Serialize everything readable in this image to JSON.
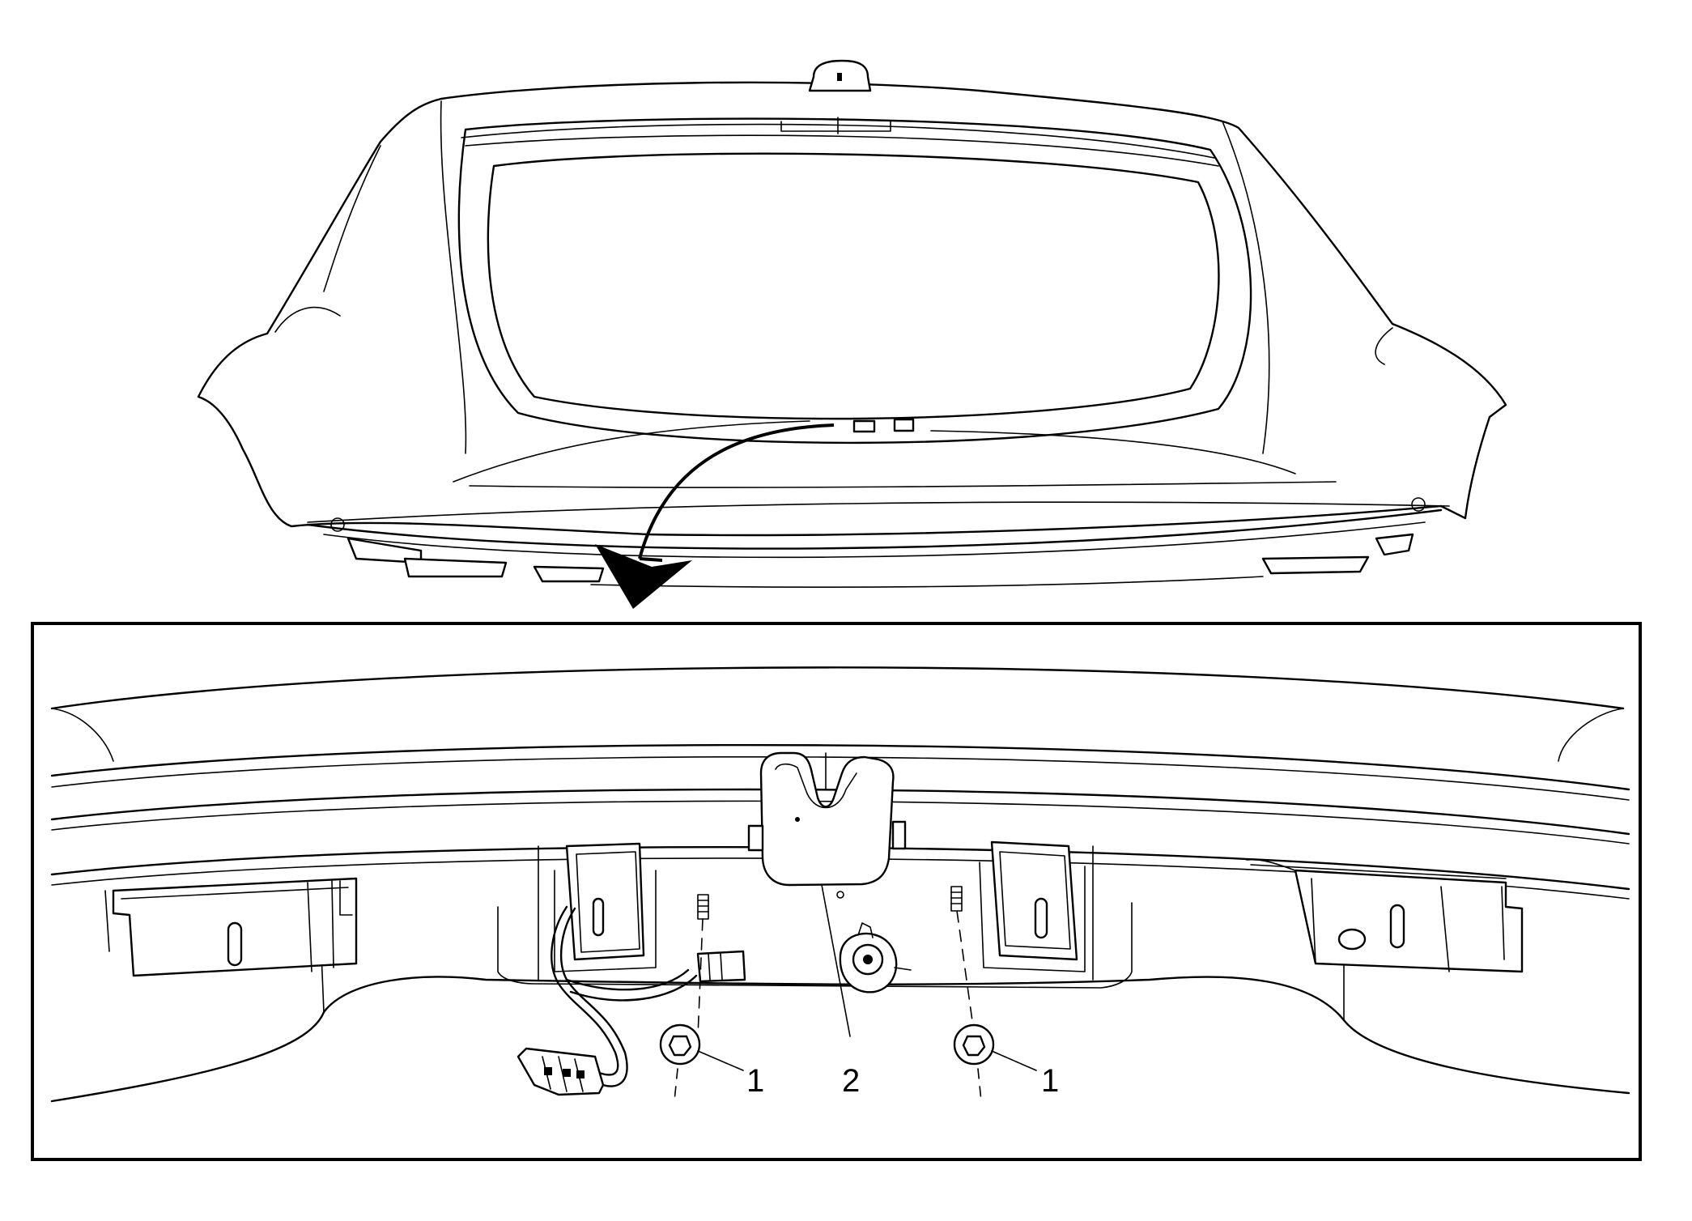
{
  "callouts": {
    "nut_left": "1",
    "nut_right": "1",
    "striker": "2"
  }
}
